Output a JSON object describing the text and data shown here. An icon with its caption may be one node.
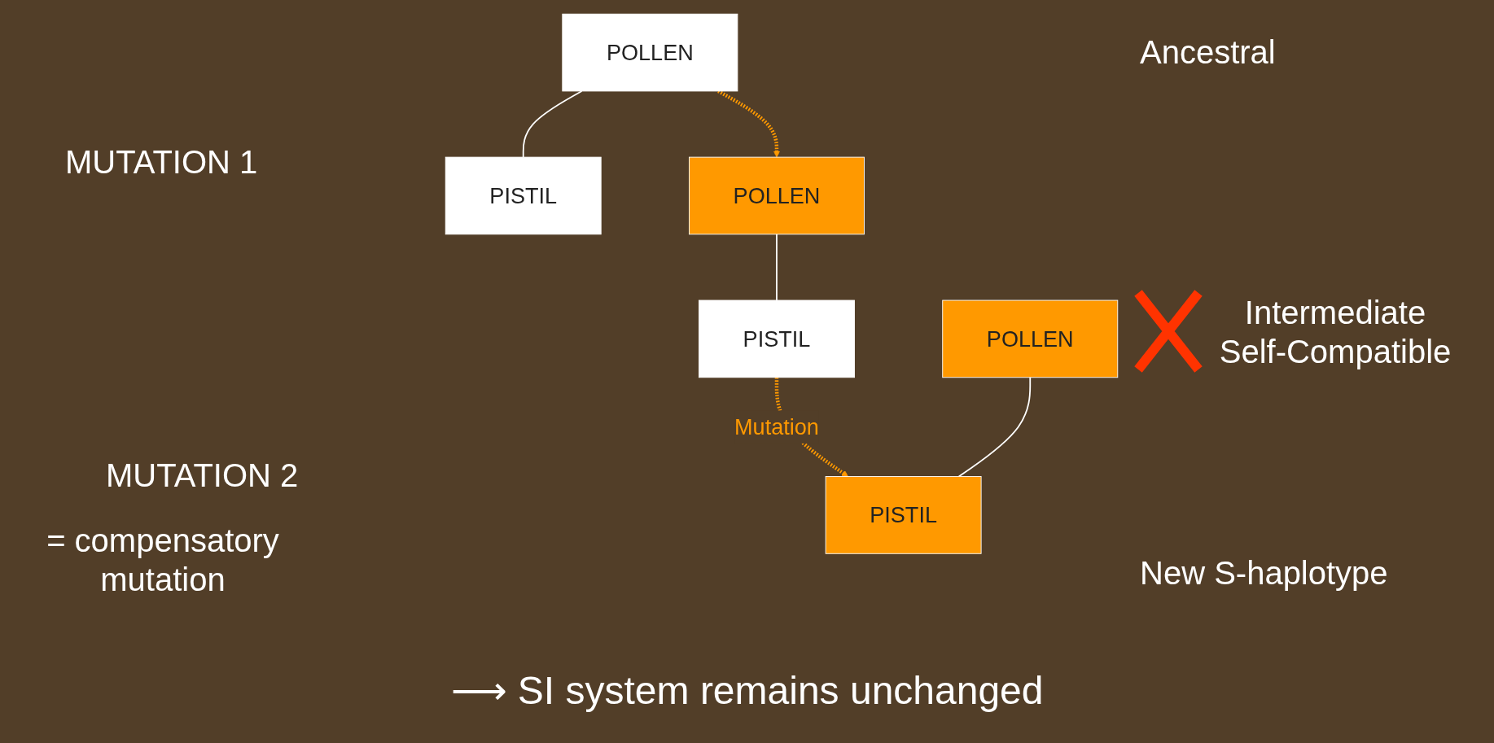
{
  "diagram": {
    "nodes": [
      {
        "text": [
          "POLLEN"
        ]
      },
      {
        "text": [
          "PISTIL"
        ]
      },
      {
        "text": [
          "POLLEN"
        ]
      },
      {
        "text": [
          "PISTIL"
        ]
      },
      {
        "text": [
          "POLLEN"
        ]
      },
      {
        "text": [
          "PISTIL"
        ]
      }
    ],
    "edges": [
      {
        "from": 0,
        "to": 1,
        "arrow": "none"
      },
      {
        "from": 0,
        "to": 2,
        "arrow": "to",
        "style": "dashed",
        "color": "#ff9900"
      },
      {
        "from": 2,
        "to": 3,
        "arrow": "none"
      },
      {
        "from": 3,
        "to": 5,
        "arrow": "to",
        "label": "Mutation",
        "style": "dashed",
        "color": "#ff9900"
      },
      {
        "from": 4,
        "to": 5,
        "arrow": "none"
      }
    ],
    "labels": [
      "Ancestral",
      "MUTATION 1",
      "Intermediate Self-Compatible",
      "MUTATION 2",
      "New S-haplotype",
      "= compensatory mutation",
      "⟶ SI system remains unchanged"
    ]
  }
}
